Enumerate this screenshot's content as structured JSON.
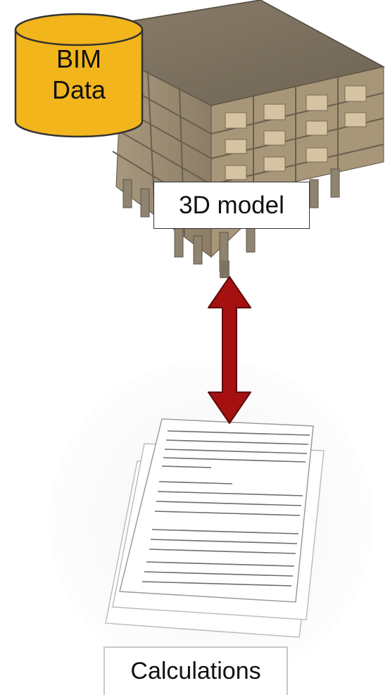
{
  "database": {
    "line1": "BIM",
    "line2": "Data",
    "fill_color": "#f2b51c",
    "stroke_color": "#333333"
  },
  "model_label": "3D model",
  "calculations_label": "Calculations",
  "arrow": {
    "direction": "bidirectional",
    "color": "#a51010"
  },
  "images": {
    "building": "3d-building-model",
    "document": "calculation-sheets-stack"
  }
}
